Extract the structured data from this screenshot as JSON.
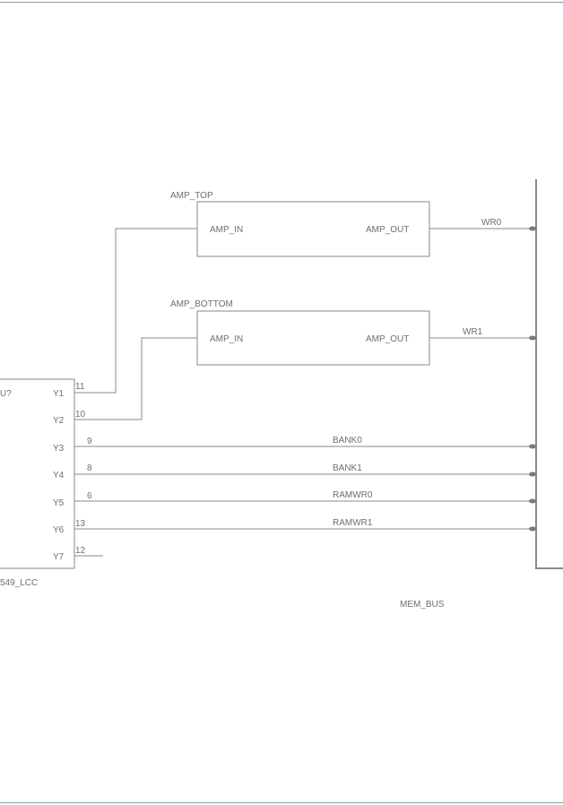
{
  "chip": {
    "ref": "U?",
    "part": "549_LCC",
    "pins": [
      {
        "name": "Y1",
        "num": "11"
      },
      {
        "name": "Y2",
        "num": "10"
      },
      {
        "name": "Y3",
        "num": "9"
      },
      {
        "name": "Y4",
        "num": "8"
      },
      {
        "name": "Y5",
        "num": "6"
      },
      {
        "name": "Y6",
        "num": "13"
      },
      {
        "name": "Y7",
        "num": "12"
      }
    ]
  },
  "blocks": [
    {
      "title": "AMP_TOP",
      "input": "AMP_IN",
      "output": "AMP_OUT",
      "net": "WR0"
    },
    {
      "title": "AMP_BOTTOM",
      "input": "AMP_IN",
      "output": "AMP_OUT",
      "net": "WR1"
    }
  ],
  "nets": [
    "BANK0",
    "BANK1",
    "RAMWR0",
    "RAMWR1"
  ],
  "bus": {
    "label": "MEM_BUS"
  }
}
